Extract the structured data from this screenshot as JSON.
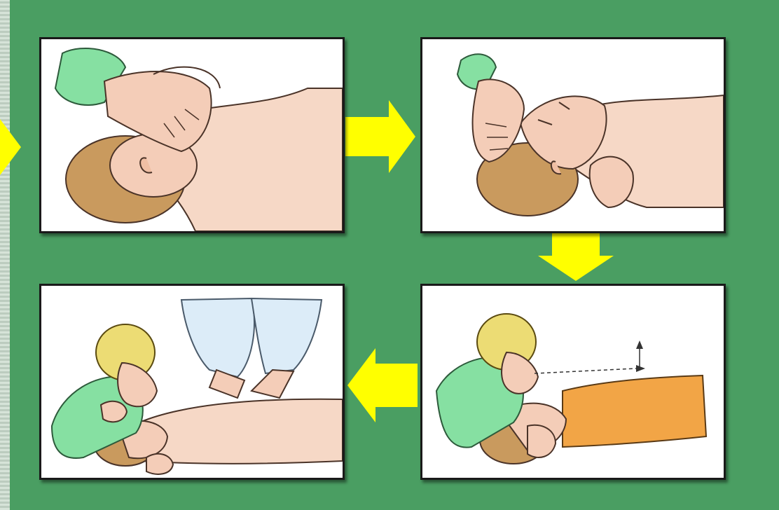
{
  "colors": {
    "background": "#4a9e62",
    "arrow": "#ffff00",
    "panel_border": "#1a1a1a",
    "skin": "#f4cdb8",
    "hair_brown": "#c99a5e",
    "hair_blonde": "#ecdc74",
    "sleeve_green": "#86e0a2",
    "shirt_orange": "#f2a546",
    "sleeve_light_blue": "#dcecf8"
  },
  "panels": [
    {
      "step": 1,
      "icon": "head-tilt-chin-lift-icon"
    },
    {
      "step": 2,
      "icon": "jaw-thrust-icon"
    },
    {
      "step": 3,
      "icon": "look-listen-feel-breathing-icon"
    },
    {
      "step": 4,
      "icon": "rescue-breaths-chest-compressions-icon"
    }
  ],
  "arrows": [
    {
      "from": 0,
      "to": 1,
      "direction": "right"
    },
    {
      "from": 1,
      "to": 2,
      "direction": "down"
    },
    {
      "from": 2,
      "to": 3,
      "direction": "left"
    },
    {
      "from": "previous",
      "to": 0,
      "direction": "right"
    }
  ]
}
